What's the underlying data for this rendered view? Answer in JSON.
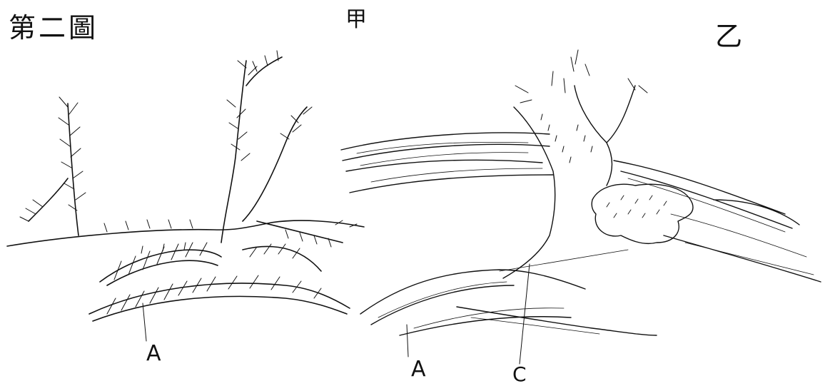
{
  "figure": {
    "title": "第二圖",
    "panel_left_label": "甲",
    "panel_right_label": "乙",
    "labels": {
      "left_a": "A",
      "right_a": "A",
      "right_c": "C"
    }
  }
}
